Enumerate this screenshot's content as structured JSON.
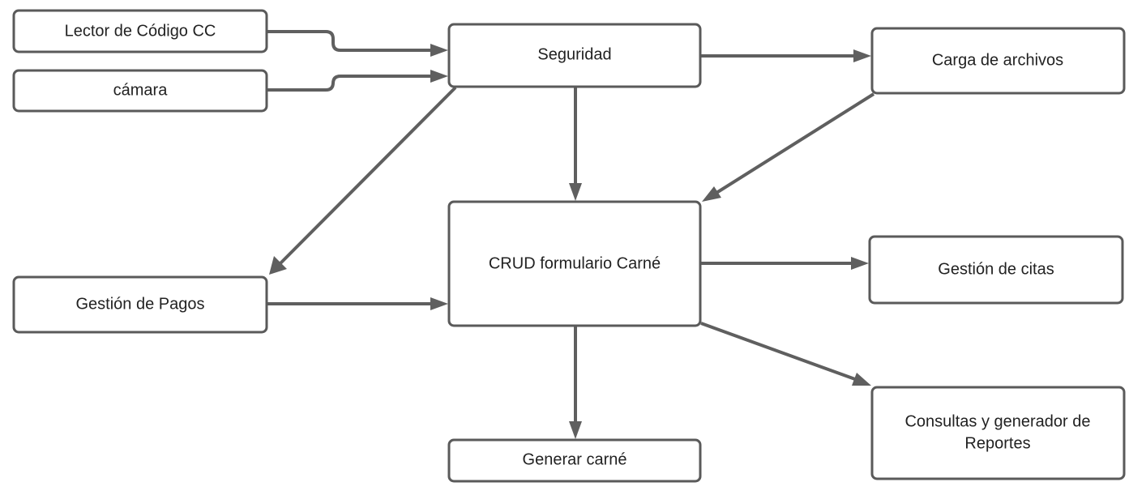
{
  "diagram": {
    "nodes": {
      "lector": "Lector de Código CC",
      "camara": "cámara",
      "seguridad": "Seguridad",
      "carga": "Carga de archivos",
      "crud": "CRUD formulario Carné",
      "pagos": "Gestión de Pagos",
      "citas": "Gestión de citas",
      "consultas_line1": "Consultas y generador de",
      "consultas_line2": "Reportes",
      "generar": "Generar carné"
    },
    "edges": [
      {
        "from": "lector",
        "to": "seguridad"
      },
      {
        "from": "camara",
        "to": "seguridad"
      },
      {
        "from": "seguridad",
        "to": "carga"
      },
      {
        "from": "seguridad",
        "to": "crud"
      },
      {
        "from": "seguridad",
        "to": "pagos"
      },
      {
        "from": "carga",
        "to": "crud"
      },
      {
        "from": "pagos",
        "to": "crud"
      },
      {
        "from": "crud",
        "to": "citas"
      },
      {
        "from": "crud",
        "to": "consultas"
      },
      {
        "from": "crud",
        "to": "generar"
      }
    ],
    "colors": {
      "stroke": "#5a5a5a",
      "text": "#222222",
      "background": "#ffffff"
    }
  }
}
